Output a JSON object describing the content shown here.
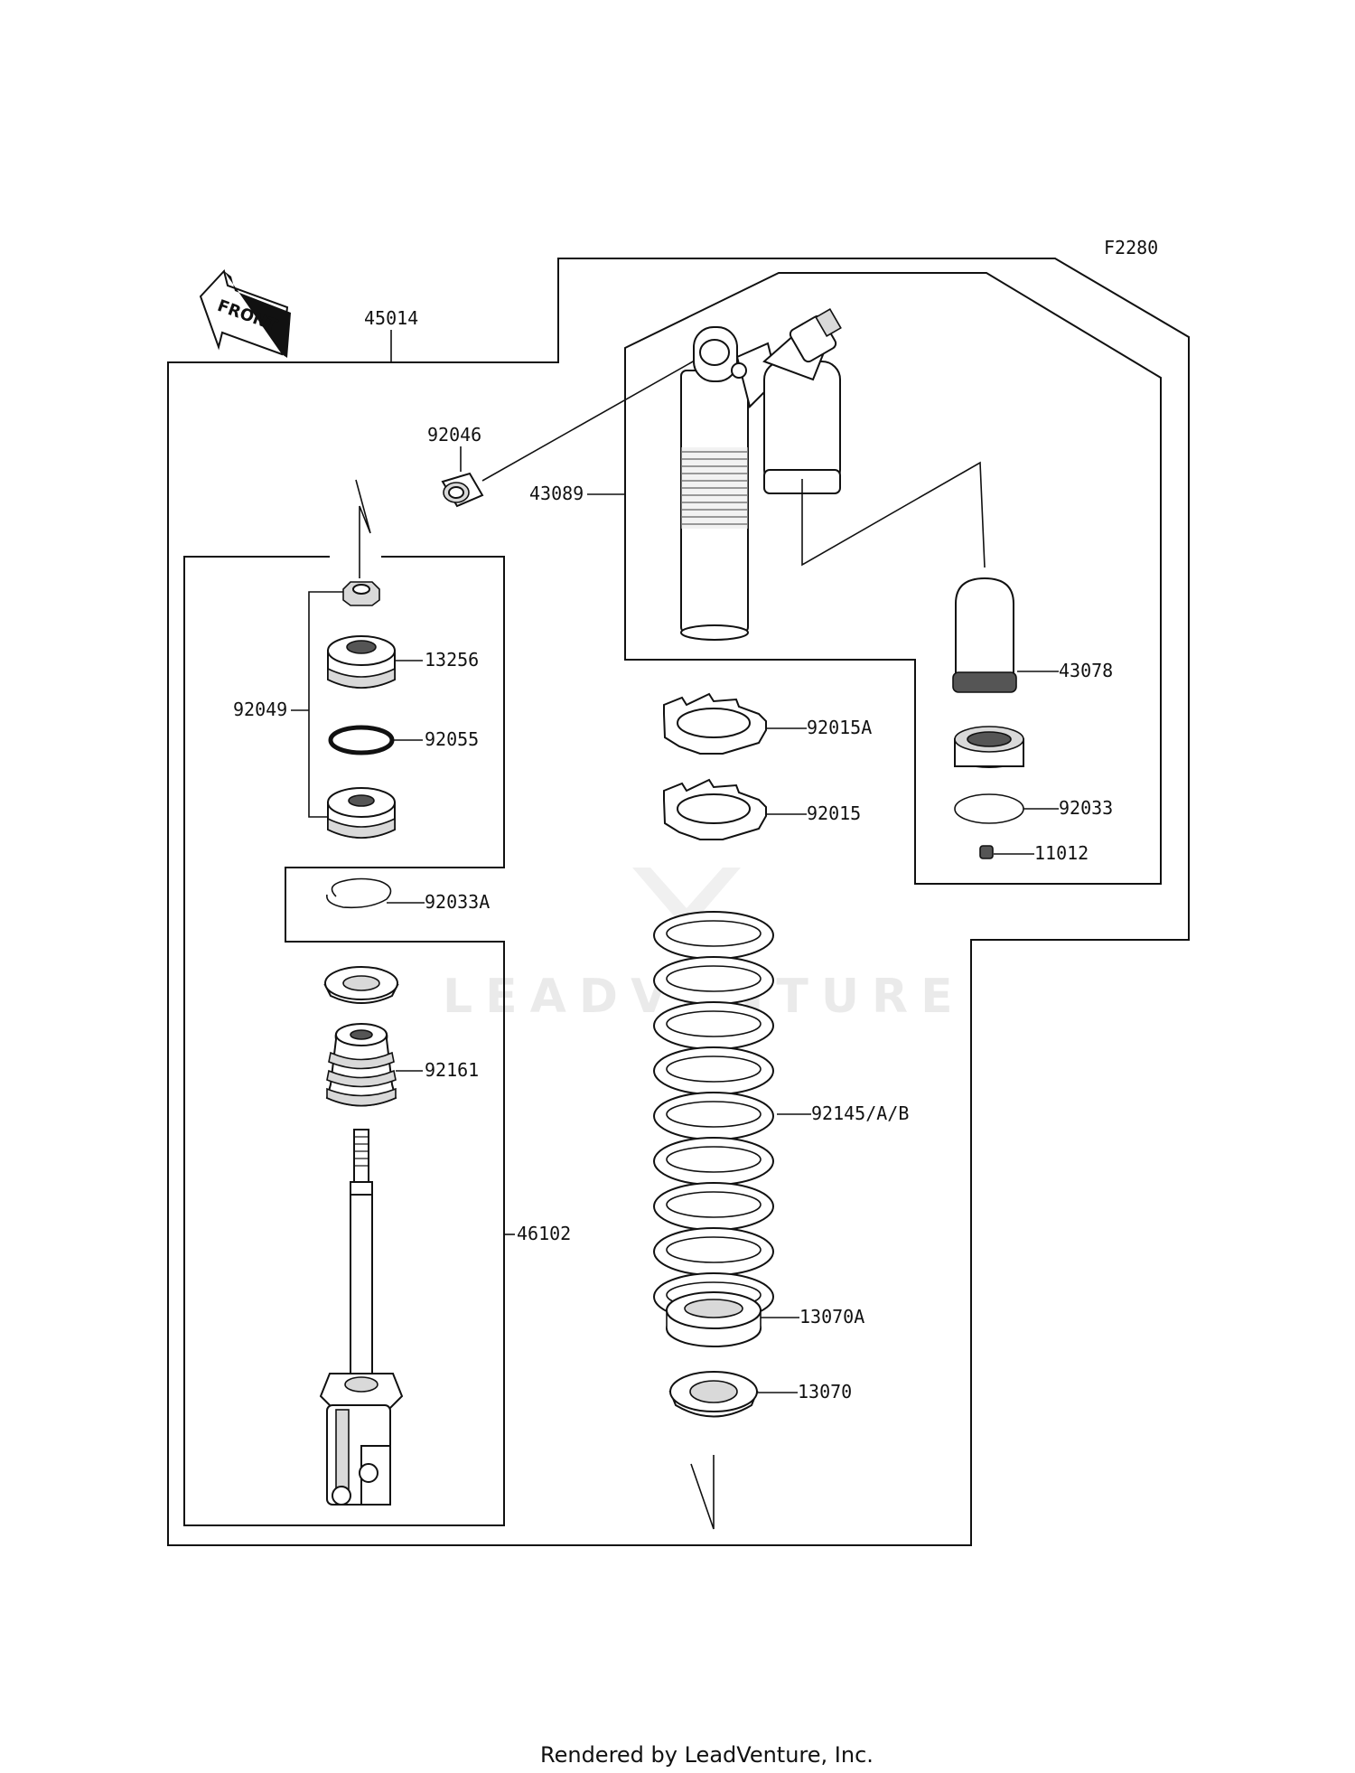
{
  "figure_code": "F2280",
  "front_badge": "FRONT",
  "labels": {
    "p45014": "45014",
    "p92046": "92046",
    "p43089": "43089",
    "p92049": "92049",
    "p13256": "13256",
    "p92055": "92055",
    "p43078": "43078",
    "p92015A": "92015A",
    "p92015": "92015",
    "p92033": "92033",
    "p11012": "11012",
    "p92033A": "92033A",
    "p92161": "92161",
    "p92145": "92145/A/B",
    "p46102": "46102",
    "p13070A": "13070A",
    "p13070": "13070"
  },
  "watermark": "LEADVENTURE",
  "footer": "Rendered by LeadVenture, Inc."
}
